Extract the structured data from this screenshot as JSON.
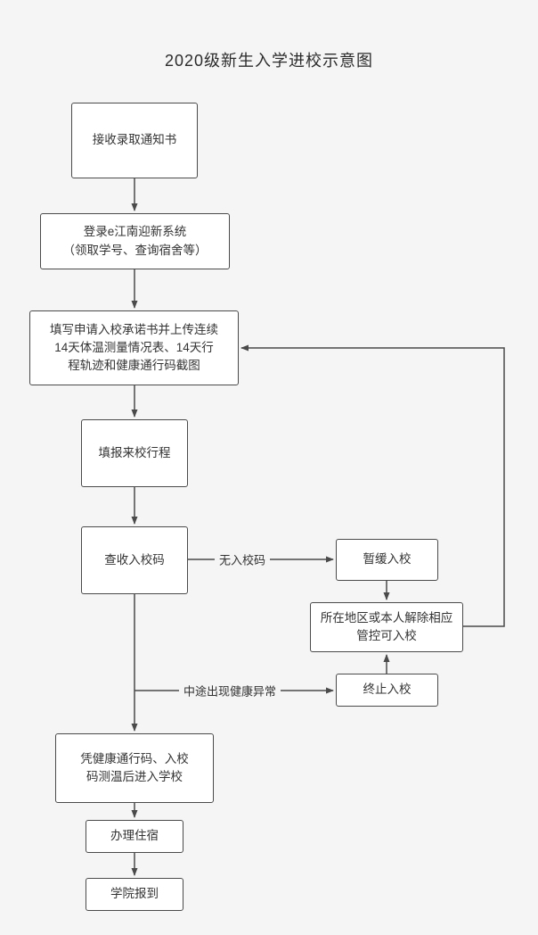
{
  "title": "2020级新生入学进校示意图",
  "nodes": {
    "receive": {
      "label": "接收录取通知书"
    },
    "login": {
      "label": "登录e江南迎新系统\n（领取学号、查询宿舍等）"
    },
    "upload": {
      "label": "填写申请入校承诺书并上传连续\n14天体温测量情况表、14天行\n程轨迹和健康通行码截图"
    },
    "itinerary": {
      "label": "填报来校行程"
    },
    "check_code": {
      "label": "查收入校码"
    },
    "postpone": {
      "label": "暂缓入校"
    },
    "lift_control": {
      "label": "所在地区或本人解除相应\n管控可入校"
    },
    "terminate": {
      "label": "终止入校"
    },
    "enter": {
      "label": "凭健康通行码、入校\n码测温后进入学校"
    },
    "dorm": {
      "label": "办理住宿"
    },
    "report": {
      "label": "学院报到"
    }
  },
  "edge_labels": {
    "no_code": "无入校码",
    "health_abnormal": "中途出现健康异常"
  },
  "colors": {
    "background": "#f5f5f5",
    "node_fill": "#ffffff",
    "line": "#4a4a4a",
    "text": "#333333"
  }
}
